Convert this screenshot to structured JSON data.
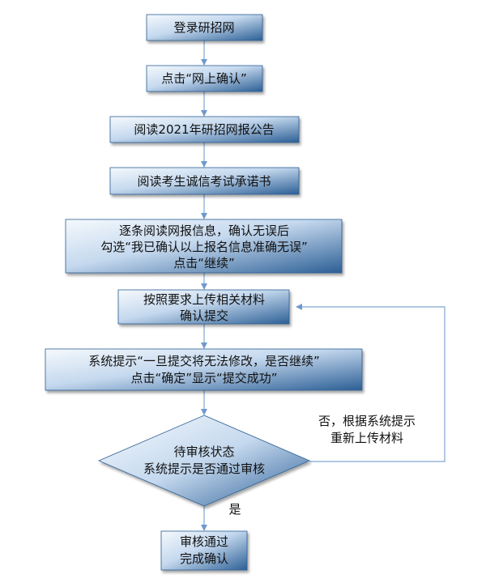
{
  "steps": [
    {
      "lines": [
        "登录研招网"
      ]
    },
    {
      "lines": [
        "点击“网上确认”"
      ]
    },
    {
      "lines": [
        "阅读2021年研招网报公告"
      ]
    },
    {
      "lines": [
        "阅读考生诚信考试承诺书"
      ]
    },
    {
      "lines": [
        "逐条阅读网报信息，确认无误后",
        "勾选“我已确认以上报名信息准确无误”",
        "点击“继续”"
      ]
    },
    {
      "lines": [
        "按照要求上传相关材料",
        "确认提交"
      ]
    },
    {
      "lines": [
        "系统提示“一旦提交将无法修改，是否继续”",
        "点击“确定”显示“提交成功”"
      ]
    }
  ],
  "decision": {
    "lines": [
      "待审核状态",
      "系统提示是否通过审核"
    ]
  },
  "final": {
    "lines": [
      "审核通过",
      "完成确认"
    ]
  },
  "labels": {
    "no": [
      "否，根据系统提示",
      "重新上传材料"
    ],
    "yes": "是"
  },
  "colors": {
    "box_gradient_light": "#f5f9fc",
    "box_gradient_mid": "#b9d1ea",
    "box_gradient_dark": "#2c5f95",
    "connector": "#7fa7d2",
    "text": "#111111"
  }
}
